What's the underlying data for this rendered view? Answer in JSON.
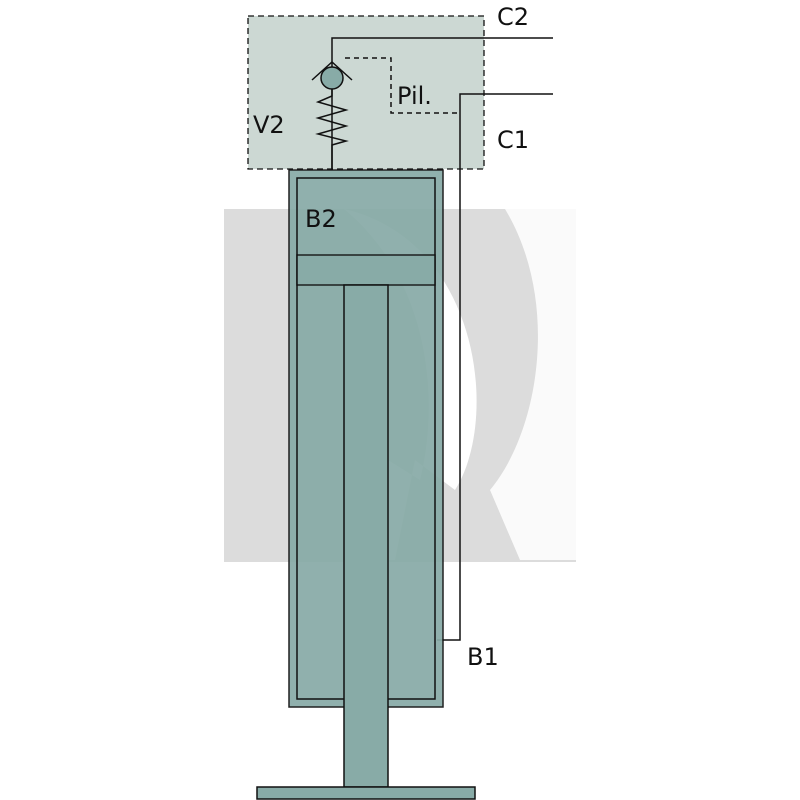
{
  "labels": {
    "c2": "C2",
    "c1": "C1",
    "pilot": "Pil.",
    "v2": "V2",
    "b2": "B2",
    "b1": "B1"
  },
  "colors": {
    "valve_block": "#ccd8d3",
    "cylinder": "#88aba7",
    "watermark": "#dcdcdc",
    "line": "#111111"
  }
}
